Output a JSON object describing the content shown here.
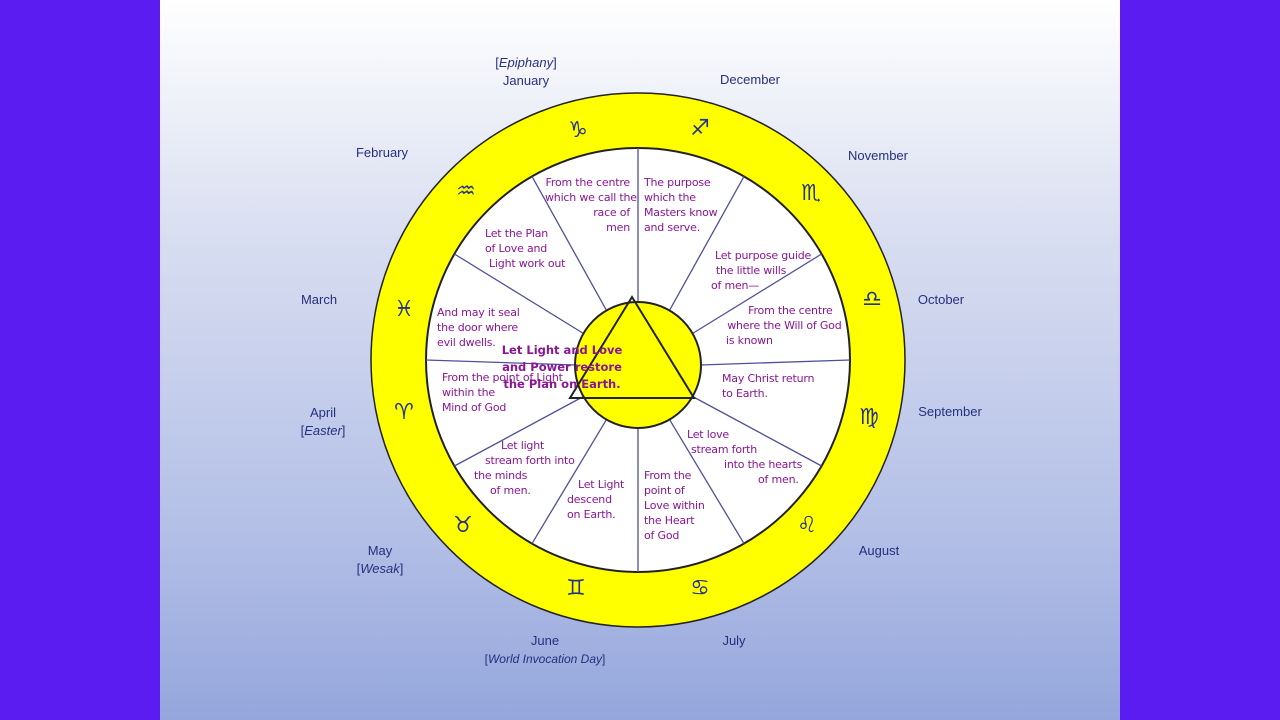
{
  "months": {
    "january": {
      "label": "January",
      "note": "Epiphany"
    },
    "february": {
      "label": "February"
    },
    "march": {
      "label": "March"
    },
    "april": {
      "label": "April",
      "note": "Easter"
    },
    "may": {
      "label": "May",
      "note": "Wesak"
    },
    "june": {
      "label": "June",
      "note": "World Invocation Day"
    },
    "july": {
      "label": "July"
    },
    "august": {
      "label": "August"
    },
    "september": {
      "label": "September"
    },
    "october": {
      "label": "October"
    },
    "november": {
      "label": "November"
    },
    "december": {
      "label": "December"
    }
  },
  "zodiac": {
    "capricorn": "♑",
    "sagittarius": "♐",
    "scorpio": "♏",
    "libra": "♎",
    "virgo": "♍",
    "leo": "♌",
    "cancer": "♋",
    "gemini": "♊",
    "taurus": "♉",
    "aries": "♈",
    "pisces": "♓",
    "aquarius": "♒"
  },
  "phrases": {
    "p1": [
      "From the centre",
      "which we call the",
      "race of",
      "men"
    ],
    "p2": [
      "The purpose",
      "which the",
      "Masters know",
      "and serve."
    ],
    "p3": [
      "Let purpose guide",
      "the little wills",
      "of men—"
    ],
    "p4": [
      "From the centre",
      "where the Will of God",
      "is known"
    ],
    "p5": [
      "May Christ return",
      "to Earth."
    ],
    "p6": [
      "Let love",
      "stream forth",
      "into the hearts",
      "of men."
    ],
    "p7": [
      "From the",
      "point of",
      "Love within",
      "the Heart",
      "of God"
    ],
    "p8": [
      "Let Light",
      "descend",
      "on Earth."
    ],
    "p9": [
      "Let light",
      "stream forth into",
      "the minds",
      "of men."
    ],
    "p10": [
      "From the point of Light",
      "within the",
      "Mind of God"
    ],
    "p11": [
      "And may it seal",
      "the door where",
      "evil dwells."
    ],
    "p12": [
      "Let the Plan",
      "of Love and",
      "Light work out"
    ]
  },
  "center": [
    "Let Light and Love",
    "and Power restore",
    "the Plan on Earth."
  ],
  "colors": {
    "background_side": "#5a1cf0",
    "ring_yellow": "#ffff00",
    "month_text": "#26307e",
    "phrase_text": "#8a1595",
    "divider_lines": "#4f4f9a"
  }
}
